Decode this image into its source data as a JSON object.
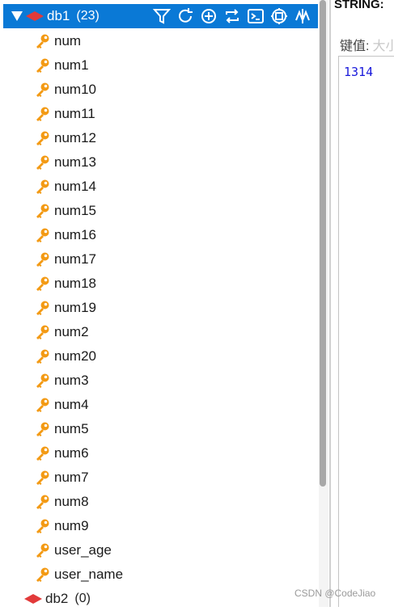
{
  "tree": {
    "db1": {
      "name": "db1",
      "count": "(23)"
    },
    "keys": [
      "num",
      "num1",
      "num10",
      "num11",
      "num12",
      "num13",
      "num14",
      "num15",
      "num16",
      "num17",
      "num18",
      "num19",
      "num2",
      "num20",
      "num3",
      "num4",
      "num5",
      "num6",
      "num7",
      "num8",
      "num9",
      "user_age",
      "user_name"
    ],
    "db2": {
      "name": "db2",
      "count": "(0)"
    },
    "toolbar_icons": [
      "filter-icon",
      "refresh-icon",
      "add-icon",
      "sync-icon",
      "console-icon",
      "memory-icon",
      "analysis-icon"
    ]
  },
  "right_panel": {
    "type_label": "STRING:",
    "value_label": "键值:",
    "value_placeholder": "大小",
    "value": "1314"
  },
  "watermark": "CSDN @CodeJiao",
  "colors": {
    "selected": "#0a79d6",
    "key_icon": "#f39a14",
    "db_icon": "#e23a3a",
    "value_text": "#1a1adb"
  }
}
